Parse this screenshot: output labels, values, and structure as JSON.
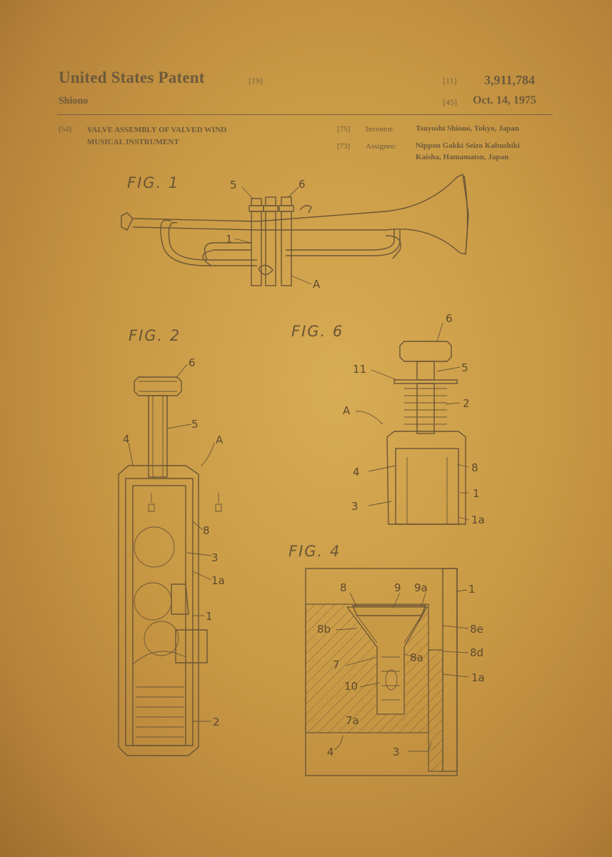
{
  "header": {
    "title": "United States Patent",
    "title_code": "[19]",
    "inventor_surname": "Shiono",
    "patent_number_code": "[11]",
    "patent_number": "3,911,784",
    "date_code": "[45]",
    "date": "Oct. 14, 1975"
  },
  "biblio": {
    "title_code": "[54]",
    "title_line1": "VALVE ASSEMBLY OF VALVED WIND",
    "title_line2": "MUSICAL INSTRUMENT",
    "inventor_code": "[75]",
    "inventor_label": "Inventor:",
    "inventor_value": "Tsuyoshi Shiono, Tokyo, Japan",
    "assignee_code": "[73]",
    "assignee_label": "Assignee:",
    "assignee_line1": "Nippon Gakki Seizo Kabushiki",
    "assignee_line2": "Kaisha, Hamamatsu, Japan"
  },
  "figures": {
    "fig1": {
      "title": "FIG. 1",
      "labels": [
        "5",
        "6",
        "1",
        "A"
      ]
    },
    "fig2": {
      "title": "FIG. 2",
      "labels": [
        "6",
        "5",
        "4",
        "A",
        "8",
        "3",
        "1a",
        "1",
        "2"
      ]
    },
    "fig6": {
      "title": "FIG. 6",
      "labels": [
        "6",
        "11",
        "5",
        "2",
        "A",
        "4",
        "8",
        "1",
        "3",
        "1a"
      ]
    },
    "fig4": {
      "title": "FIG. 4",
      "labels": [
        "8",
        "9",
        "9a",
        "1",
        "8b",
        "8e",
        "8d",
        "8a",
        "7",
        "1a",
        "10",
        "7a",
        "4",
        "3"
      ]
    }
  },
  "colors": {
    "paper": "#c99a45",
    "ink": "#6b5535"
  }
}
